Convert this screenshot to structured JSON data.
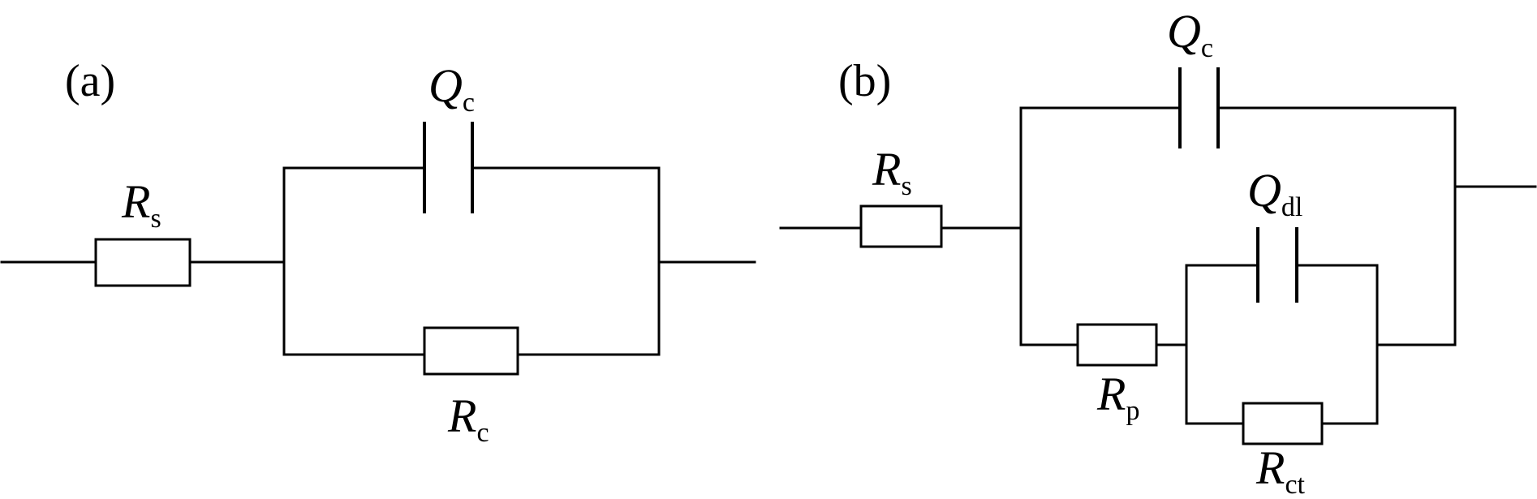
{
  "panels": {
    "a": {
      "label": "(a)",
      "components": {
        "Rs": {
          "symbol": "R",
          "subscript": "s"
        },
        "Qc": {
          "symbol": "Q",
          "subscript": "c"
        },
        "Rc": {
          "symbol": "R",
          "subscript": "c"
        }
      }
    },
    "b": {
      "label": "(b)",
      "components": {
        "Rs": {
          "symbol": "R",
          "subscript": "s"
        },
        "Qc": {
          "symbol": "Q",
          "subscript": "c"
        },
        "Qdl": {
          "symbol": "Q",
          "subscript": "dl"
        },
        "Rp": {
          "symbol": "R",
          "subscript": "p"
        },
        "Rct": {
          "symbol": "R",
          "subscript": "ct"
        }
      }
    }
  },
  "colors": {
    "line": "#000000",
    "background": "#ffffff"
  }
}
